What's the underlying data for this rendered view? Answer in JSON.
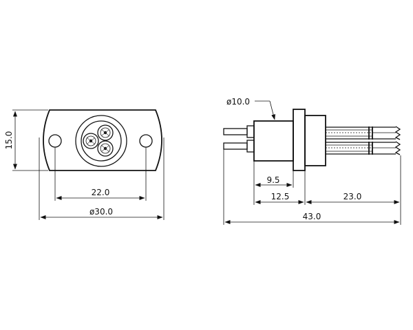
{
  "front_view": {
    "height_label": "15.0",
    "hole_spacing_label": "22.0",
    "width_label": "ø30.0"
  },
  "side_view": {
    "diameter_label": "ø10.0",
    "dim_a_label": "9.5",
    "dim_b_label": "12.5",
    "dim_c_label": "23.0",
    "total_label": "43.0"
  },
  "colors": {
    "line": "#111111",
    "background": "#ffffff"
  }
}
